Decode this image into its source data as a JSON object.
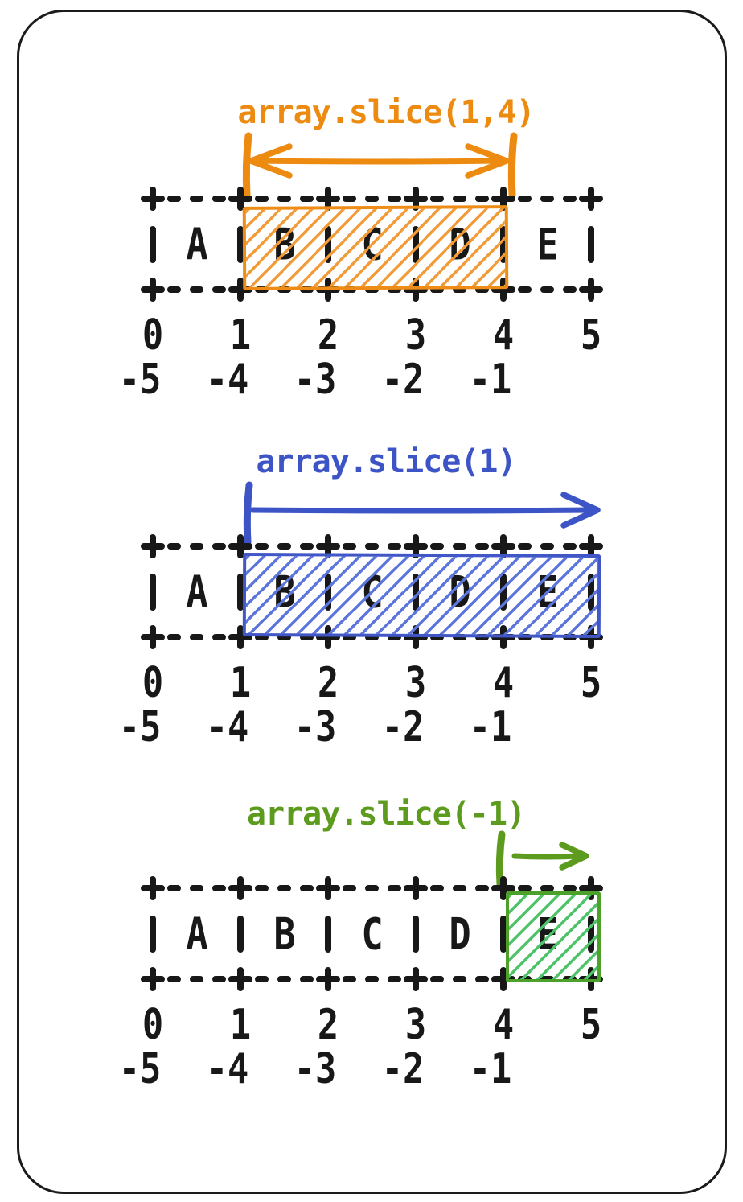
{
  "diagram": {
    "description": "array.slice() index diagram",
    "colors": {
      "ink": "#181818",
      "background": "#ffffff"
    },
    "cells": [
      "A",
      "B",
      "C",
      "D",
      "E"
    ],
    "positive_indices": [
      "0",
      "1",
      "2",
      "3",
      "4",
      "5"
    ],
    "negative_indices": [
      "-5",
      "-4",
      "-3",
      "-2",
      "-1"
    ],
    "sections": [
      {
        "title": "array.slice(1,4)",
        "accent": "#ED8A10",
        "hatch": "#F29C39",
        "box_border": "#ED8D18",
        "selected_cells": [
          "B",
          "C",
          "D"
        ],
        "highlight": {
          "from": 1,
          "to": 4
        },
        "arrow": {
          "type": "double",
          "from": 1,
          "to": 4
        }
      },
      {
        "title": "array.slice(1)",
        "accent": "#3C54C6",
        "hatch": "#5C76DC",
        "box_border": "#4157C8",
        "selected_cells": [
          "B",
          "C",
          "D",
          "E"
        ],
        "highlight": {
          "from": 1,
          "to": 5
        },
        "arrow": {
          "type": "right",
          "from": 1,
          "to": 5
        }
      },
      {
        "title": "array.slice(-1)",
        "accent": "#5C9B1E",
        "hatch": "#4FC369",
        "box_border": "#4BA12A",
        "selected_cells": [
          "E"
        ],
        "highlight": {
          "from": 4,
          "to": 5
        },
        "arrow": {
          "type": "right-short",
          "from": 4,
          "to": 5
        }
      }
    ]
  }
}
